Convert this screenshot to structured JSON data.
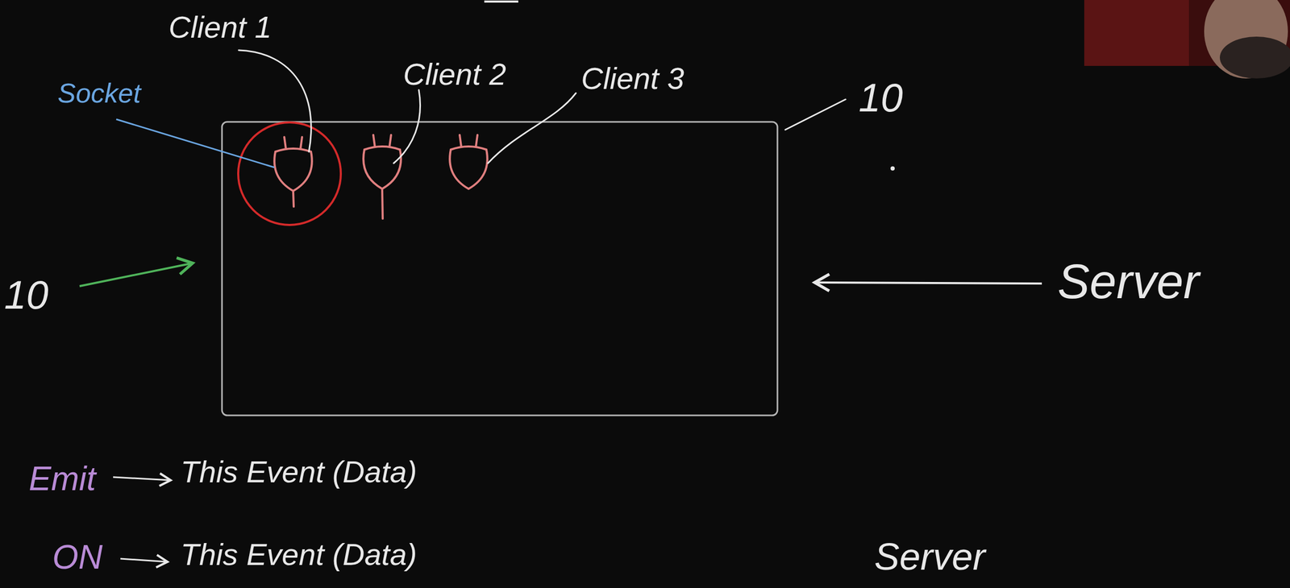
{
  "diagram": {
    "labels": [
      "Client 1",
      "Client 2",
      "Client 3",
      "Socket",
      "10",
      "10",
      "Server",
      "Emit",
      "This Event (Data)",
      "ON",
      "This Event (Data)",
      "Server"
    ]
  }
}
